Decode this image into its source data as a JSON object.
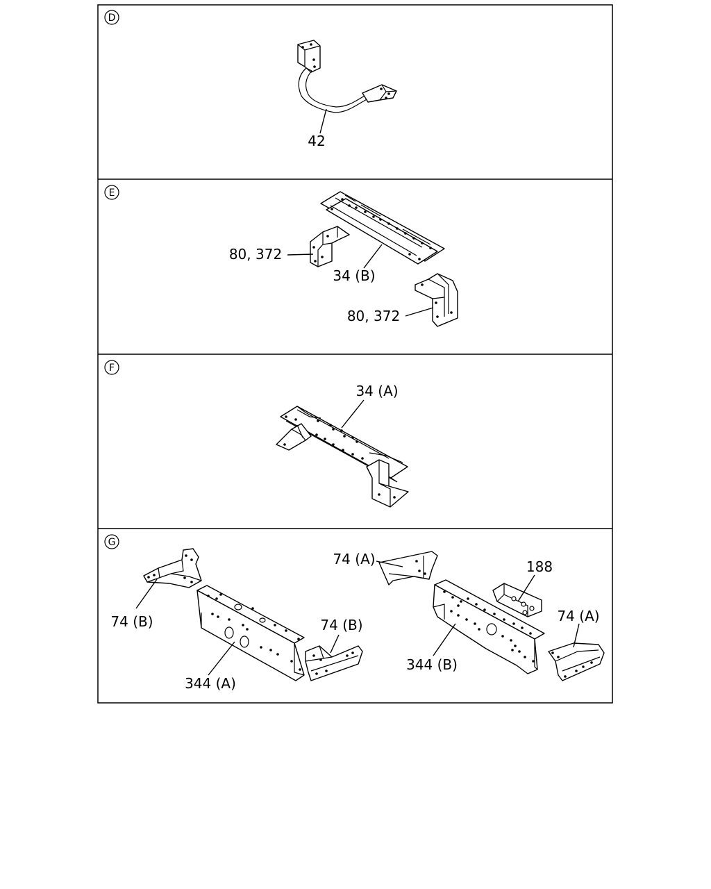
{
  "sections": [
    {
      "id": "D",
      "callouts": [
        {
          "text": "42"
        }
      ]
    },
    {
      "id": "E",
      "callouts": [
        {
          "text": "80, 372"
        },
        {
          "text": "34 (B)"
        },
        {
          "text": "80, 372"
        }
      ]
    },
    {
      "id": "F",
      "callouts": [
        {
          "text": "34 (A)"
        }
      ]
    },
    {
      "id": "G",
      "callouts": [
        {
          "text": "74 (B)"
        },
        {
          "text": "344 (A)"
        },
        {
          "text": "74 (B)"
        },
        {
          "text": "74 (A)"
        },
        {
          "text": "188"
        },
        {
          "text": "344 (B)"
        },
        {
          "text": "74 (A)"
        }
      ]
    }
  ]
}
